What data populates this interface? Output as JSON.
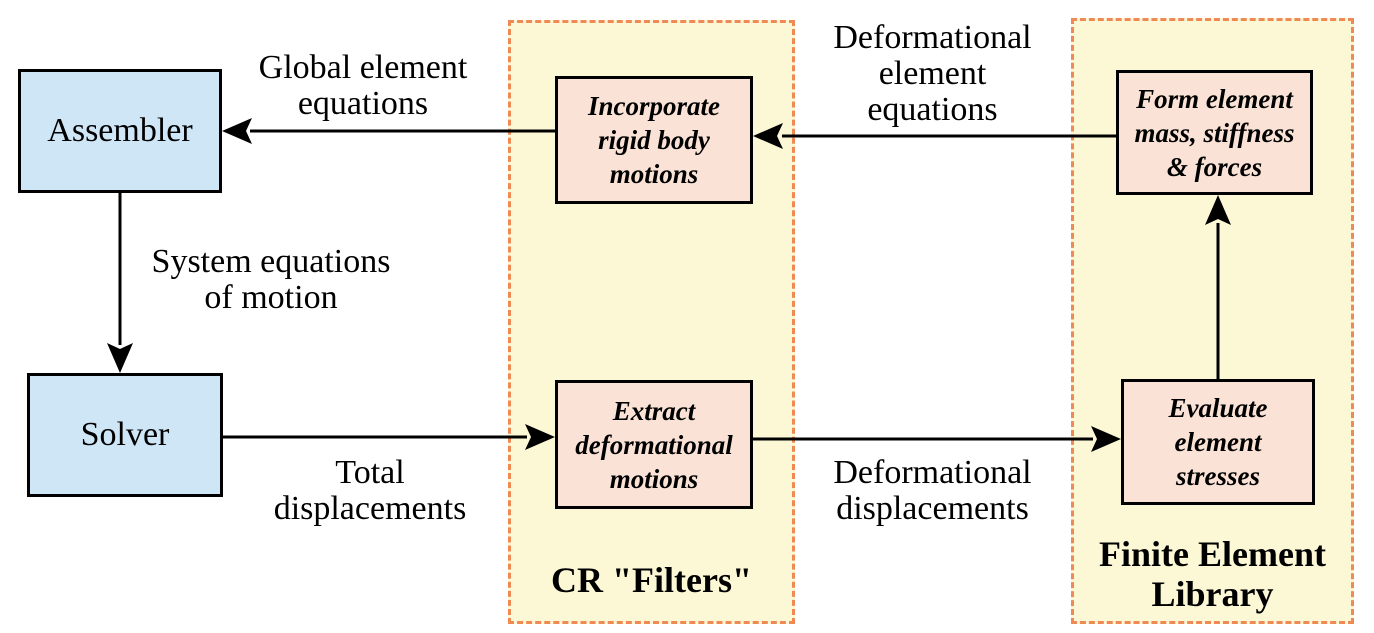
{
  "regions": {
    "cr_filters": "CR \"Filters\"",
    "fe_library": "Finite Element\nLibrary"
  },
  "boxes": {
    "assembler": "Assembler",
    "solver": "Solver",
    "incorporate": "Incorporate\nrigid body\nmotions",
    "extract": "Extract\ndeformational\nmotions",
    "form": "Form element\nmass, stiffness\n& forces",
    "evaluate": "Evaluate\nelement\nstresses"
  },
  "labels": {
    "global_eq": "Global element\nequations",
    "deform_eq": "Deformational\nelement\nequations",
    "system_eq": "System equations\nof motion",
    "total_disp": "Total\ndisplacements",
    "deform_disp": "Deformational\ndisplacements"
  },
  "colors": {
    "region_fill": "#fcf8d6",
    "region_border": "#ef8a55",
    "blue_box": "#cfe6f7",
    "pink_box": "#fae3d6"
  }
}
